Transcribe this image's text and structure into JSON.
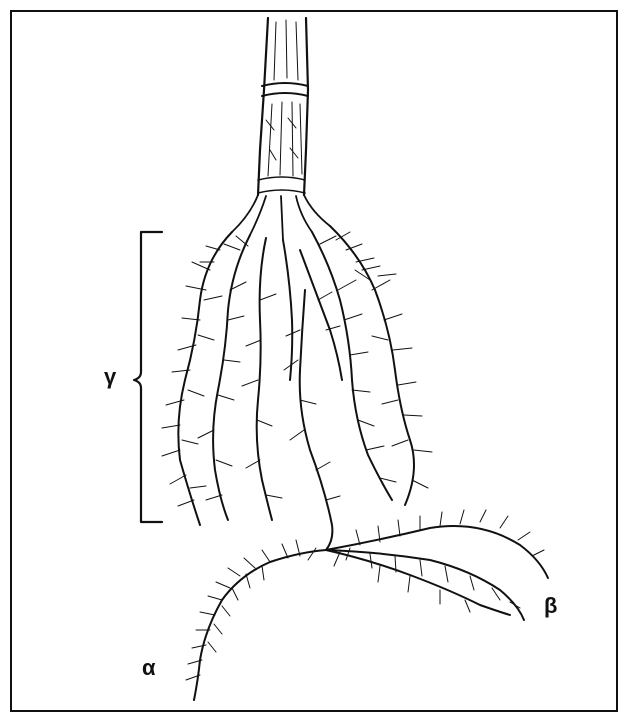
{
  "labels": {
    "gamma": "γ",
    "beta": "β",
    "alpha": "α"
  },
  "colors": {
    "ink": "#111111",
    "background": "#ffffff"
  }
}
